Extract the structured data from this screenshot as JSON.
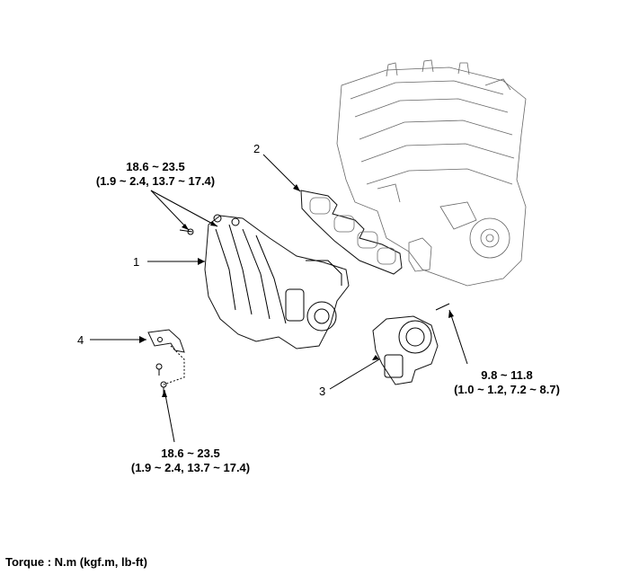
{
  "callouts": {
    "one": "1",
    "two": "2",
    "three": "3",
    "four": "4"
  },
  "torque_specs": {
    "manifold_upper": {
      "line1": "18.6 ~ 23.5",
      "line2": "(1.9 ~ 2.4, 13.7 ~ 17.4)"
    },
    "throttle_body": {
      "line1": "9.8 ~ 11.8",
      "line2": "(1.0 ~ 1.2, 7.2 ~ 8.7)"
    },
    "bracket_lower": {
      "line1": "18.6 ~ 23.5",
      "line2": "(1.9 ~ 2.4, 13.7 ~ 17.4)"
    }
  },
  "footer": {
    "torque_unit_note": "Torque : N.m (kgf.m, lb-ft)"
  },
  "colors": {
    "line": "#000000",
    "engine_outline": "#666666",
    "background": "#ffffff"
  }
}
